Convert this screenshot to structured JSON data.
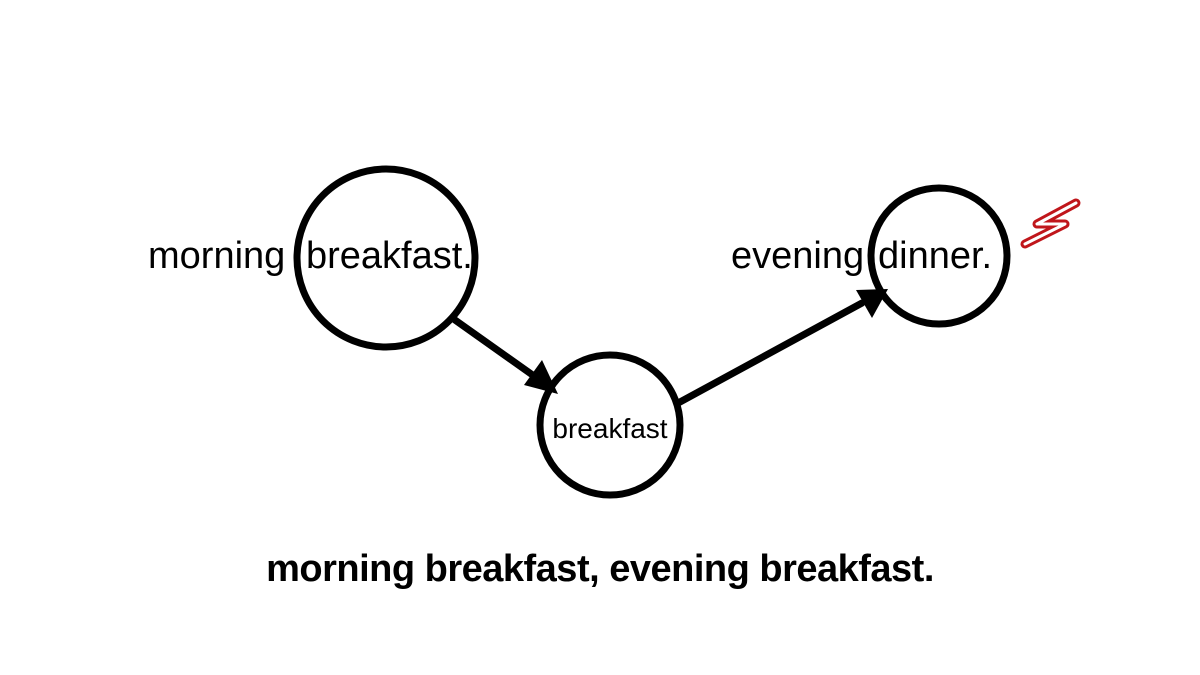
{
  "diagram": {
    "nodes": [
      {
        "label_left": "morning",
        "label_right": "breakfast."
      },
      {
        "label": "breakfast"
      },
      {
        "label_left": "evening",
        "label_right": "dinner."
      }
    ],
    "caption": "morning breakfast, evening breakfast."
  },
  "colors": {
    "stroke": "#000000",
    "accent": "#c0161b",
    "background": "#ffffff"
  },
  "icons": {
    "lightning": "lightning-bolt-icon"
  }
}
